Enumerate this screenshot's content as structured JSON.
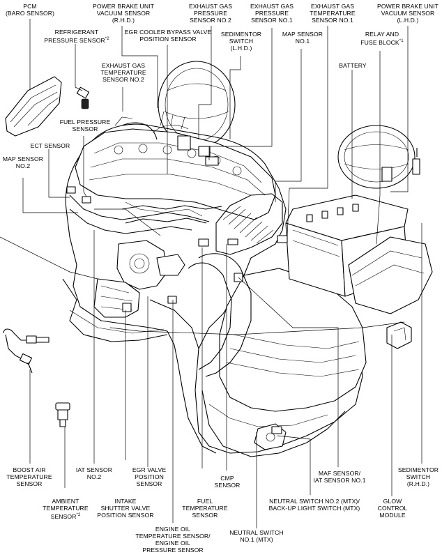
{
  "labels": {
    "pcm": "PCM\n(BARO SENSOR)",
    "power_brake_rhd": "POWER BRAKE UNIT\nVACUUM SENSOR\n(R.H.D.)",
    "refrigerant": "REFRIGERANT\nPRESSURE SENSOR",
    "refrigerant_note": "*2",
    "egr_cooler": "EGR COOLER BYPASS VALVE\nPOSITION SENSOR",
    "egt2_top": "EXHAUST GAS\nPRESSURE\nSENSOR NO.2",
    "sedimentor_lhd": "SEDIMENTOR\nSWITCH\n(L.H.D.)",
    "egp1": "EXHAUST GAS\nPRESSURE\nSENSOR NO.1",
    "map1": "MAP SENSOR\nNO.1",
    "egt1": "EXHAUST GAS\nTEMPERATURE\nSENSOR NO.1",
    "relay": "RELAY AND\nFUSE BLOCK",
    "relay_note": "*1",
    "power_brake_lhd": "POWER BRAKE UNIT\nVACUUM SENSOR\n(L.H.D.)",
    "battery": "BATTERY",
    "egt2": "EXHAUST GAS\nTEMPERATURE\nSENSOR NO.2",
    "fuel_pressure": "FUEL PRESSURE\nSENSOR",
    "ect": "ECT SENSOR",
    "map2": "MAP SENSOR\nNO.2",
    "boost_air": "BOOST AIR\nTEMPERATURE\nSENSOR",
    "ambient": "AMBIENT\nTEMPERATURE\nSENSOR",
    "ambient_note": "*2",
    "iat2": "IAT SENSOR\nNO.2",
    "intake_shutter": "INTAKE\nSHUTTER VALVE\nPOSITION SENSOR",
    "egr_valve": "EGR VALVE\nPOSITION\nSENSOR",
    "engine_oil": "ENGINE OIL\nTEMPERATURE SENSOR/\nENGINE OIL\nPRESSURE SENSOR",
    "fuel_temp": "FUEL\nTEMPERATURE\nSENSOR",
    "cmp": "CMP\nSENSOR",
    "neutral1": "NEUTRAL SWITCH\nNO.1 (MTX)",
    "maf": "MAF SENSOR/\nIAT SENSOR NO.1",
    "neutral2": "NEUTRAL SWITCH NO.2 (MTX)/\nBACK-UP LIGHT SWITCH (MTX)",
    "glow": "GLOW\nCONTROL\nMODULE",
    "sedimentor_rhd": "SEDIMENTOR\nSWITCH\n(R.H.D.)"
  }
}
